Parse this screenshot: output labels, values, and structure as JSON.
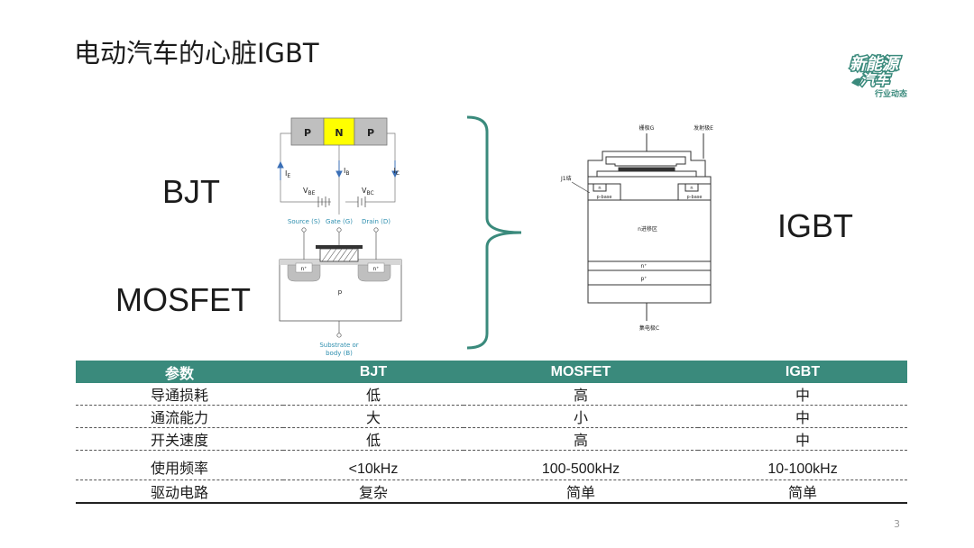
{
  "slide": {
    "title": "电动汽车的心脏IGBT",
    "page_number": "3",
    "labels": {
      "bjt": "BJT",
      "mosfet": "MOSFET",
      "igbt": "IGBT"
    }
  },
  "logo": {
    "line1": "新能源",
    "line2": "汽车",
    "line3": "行业动态"
  },
  "bjt_diagram": {
    "regions": [
      "P",
      "N",
      "P"
    ],
    "currents": {
      "ie": "I",
      "ie_sub": "E",
      "ib": "I",
      "ib_sub": "B",
      "ic": "I",
      "ic_sub": "C"
    },
    "voltages": {
      "vbe": "V",
      "vbe_sub": "BE",
      "vbc": "V",
      "vbc_sub": "BC"
    }
  },
  "mosfet_diagram": {
    "terminals": [
      "Source (S)",
      "Gate (G)",
      "Drain (D)"
    ],
    "n_plus": "n⁺",
    "substrate_region": "p",
    "substrate_label_line1": "Substrate or",
    "substrate_label_line2": "body (B)"
  },
  "igbt_diagram": {
    "gate": "栅极G",
    "emitter": "发射极E",
    "j1": "J1结",
    "n_left": "n",
    "n_right": "n",
    "pbase_left": "p-base",
    "pbase_right": "p-base",
    "drift": "n进移区",
    "n_plus": "n⁺",
    "p_plus": "p⁺",
    "collector": "集电极C"
  },
  "colors": {
    "accent": "#3a8a7c",
    "n_region": "#ffff00",
    "p_region": "#bfbfbf",
    "arrow": "#3b6fb6"
  },
  "table": {
    "headers": [
      "参数",
      "BJT",
      "MOSFET",
      "IGBT"
    ],
    "rows": [
      [
        "导通损耗",
        "低",
        "高",
        "中"
      ],
      [
        "通流能力",
        "大",
        "小",
        "中"
      ],
      [
        "开关速度",
        "低",
        "高",
        "中"
      ],
      [
        "使用频率",
        "<10kHz",
        "100-500kHz",
        "10-100kHz"
      ],
      [
        "驱动电路",
        "复杂",
        "简单",
        "简单"
      ]
    ]
  }
}
